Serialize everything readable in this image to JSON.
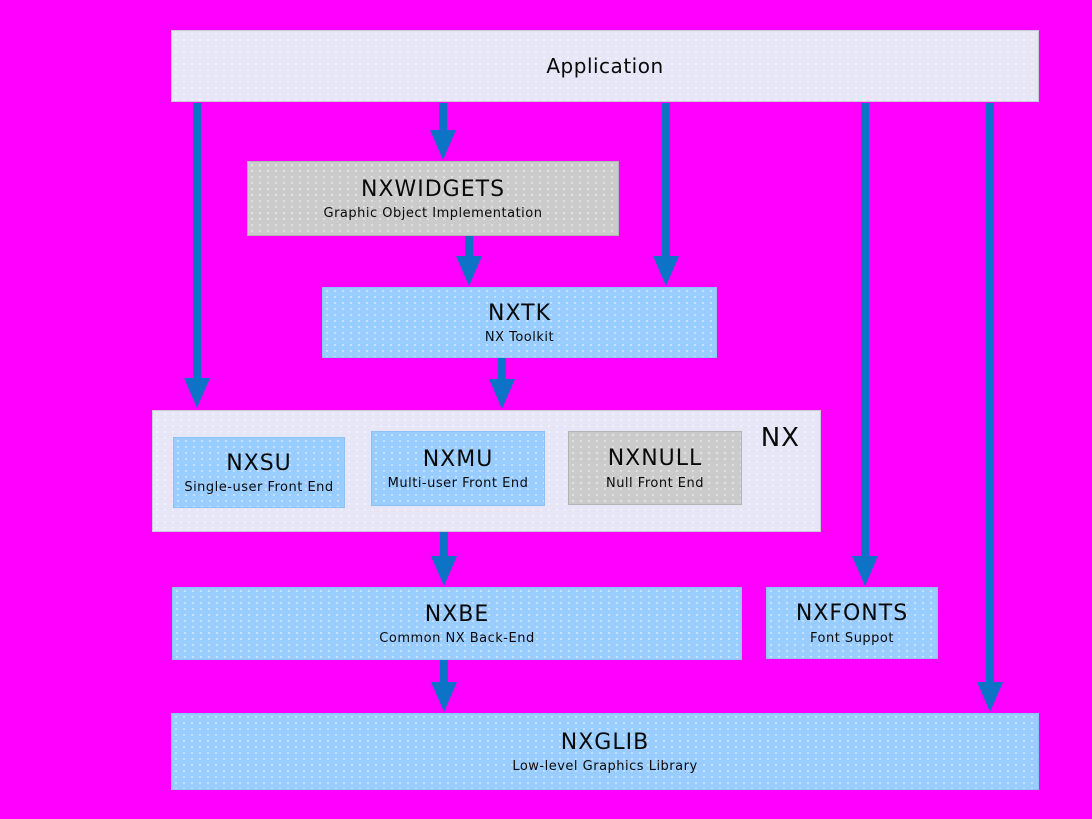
{
  "diagram": {
    "description": "NX graphics subsystem architecture block diagram",
    "colors": {
      "background": "#ff00ff",
      "panel_box": "#e6e6f6",
      "gray_box": "#cbcbcb",
      "blue_box": "#99ccff",
      "arrow": "#0d73c6",
      "text": "#0a0a0a"
    },
    "nodes": {
      "application": {
        "label": "Application"
      },
      "nxwidgets": {
        "label": "NXWIDGETS",
        "sublabel": "Graphic Object Implementation"
      },
      "nxtk": {
        "label": "NXTK",
        "sublabel": "NX Toolkit"
      },
      "nx_group": {
        "label": "NX"
      },
      "nxsu": {
        "label": "NXSU",
        "sublabel": "Single-user Front End"
      },
      "nxmu": {
        "label": "NXMU",
        "sublabel": "Multi-user Front End"
      },
      "nxnull": {
        "label": "NXNULL",
        "sublabel": "Null Front End"
      },
      "nxbe": {
        "label": "NXBE",
        "sublabel": "Common NX Back-End"
      },
      "nxfonts": {
        "label": "NXFONTS",
        "sublabel": "Font Suppot"
      },
      "nxglib": {
        "label": "NXGLIB",
        "sublabel": "Low-level Graphics Library"
      }
    },
    "edges": [
      {
        "from": "application",
        "to": "nx_group"
      },
      {
        "from": "application",
        "to": "nxwidgets"
      },
      {
        "from": "nxwidgets",
        "to": "nxtk"
      },
      {
        "from": "application",
        "to": "nxtk"
      },
      {
        "from": "nxtk",
        "to": "nx_group"
      },
      {
        "from": "nx_group",
        "to": "nxbe"
      },
      {
        "from": "nxbe",
        "to": "nxglib"
      },
      {
        "from": "application",
        "to": "nxfonts"
      },
      {
        "from": "application",
        "to": "nxglib"
      }
    ]
  }
}
